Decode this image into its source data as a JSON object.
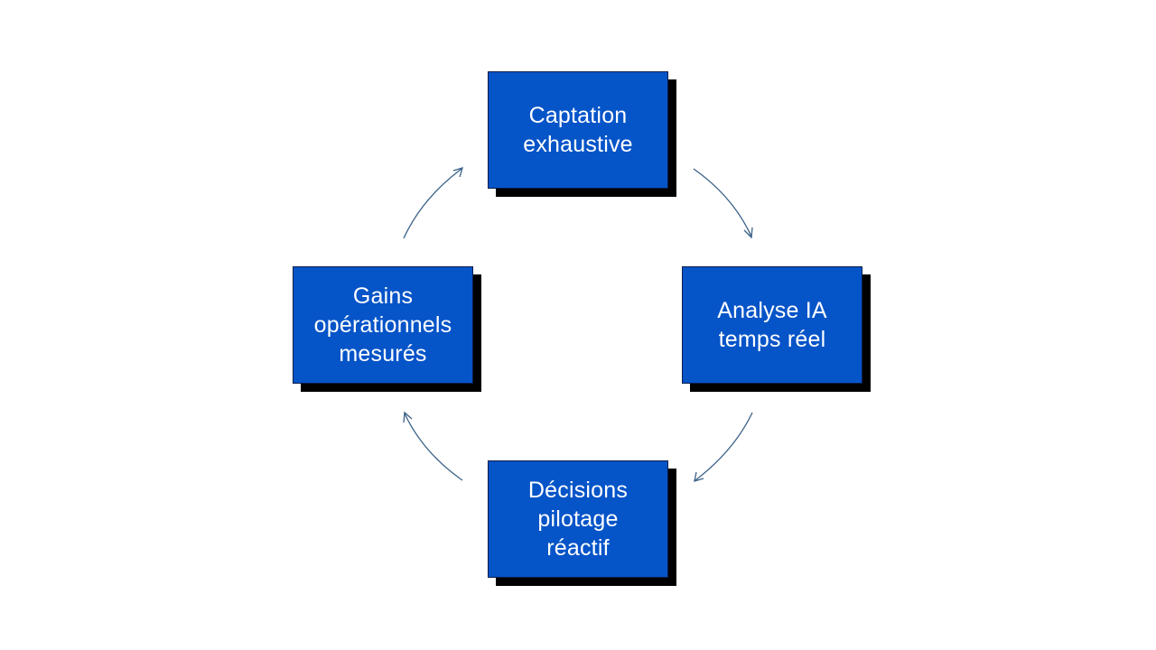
{
  "diagram": {
    "type": "cycle",
    "colors": {
      "box_fill": "#0554c8",
      "box_border": "#0b1d4a",
      "box_shadow": "#000000",
      "text": "#ffffff",
      "arrow": "#3a6187"
    },
    "nodes": [
      {
        "id": "top",
        "label": "Captation\nexhaustive"
      },
      {
        "id": "right",
        "label": "Analyse IA\ntemps réel"
      },
      {
        "id": "bottom",
        "label": "Décisions\npilotage\nréactif"
      },
      {
        "id": "left",
        "label": "Gains\nopérationnels\nmesurés"
      }
    ],
    "edges": [
      {
        "from": "top",
        "to": "right"
      },
      {
        "from": "right",
        "to": "bottom"
      },
      {
        "from": "bottom",
        "to": "left"
      },
      {
        "from": "left",
        "to": "top"
      }
    ]
  }
}
